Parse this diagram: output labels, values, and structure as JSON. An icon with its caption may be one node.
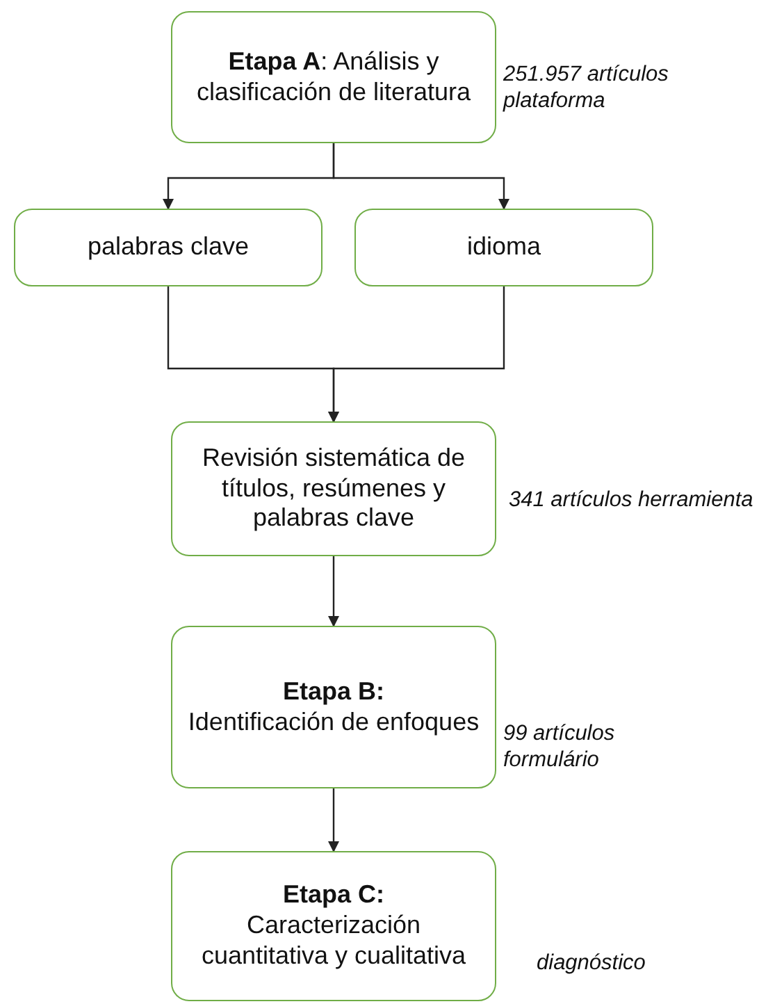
{
  "diagram": {
    "nodes": [
      {
        "text": [
          "**Etapa A**: Análisis y clasificación de literatura"
        ],
        "beside": [
          "251.957 artículos plataforma"
        ]
      },
      {
        "text": [
          "palabras clave"
        ]
      },
      {
        "text": [
          "idioma"
        ]
      },
      {
        "text": [
          "Revisión sistemática de títulos, resúmenes y palabras clave"
        ],
        "beside": [
          "341 artículos herramienta"
        ]
      },
      {
        "text": [
          "Etapa B:",
          "Identificación de enfoques"
        ],
        "beside": [
          "99 artículos formulário"
        ]
      },
      {
        "text": [
          "Etapa C:",
          "Caracterización cuantitativa y cualitativa"
        ],
        "beside": [
          "diagnóstico"
        ]
      }
    ],
    "edges": [
      {
        "from": 0,
        "to": 1,
        "arrow": "to"
      },
      {
        "from": 0,
        "to": 2,
        "arrow": "to"
      },
      {
        "from": 1,
        "to": 3,
        "arrow": "to"
      },
      {
        "from": 2,
        "to": 3,
        "arrow": "to"
      },
      {
        "from": 3,
        "to": 4,
        "arrow": "to"
      },
      {
        "from": 4,
        "to": 5,
        "arrow": "to"
      }
    ]
  }
}
